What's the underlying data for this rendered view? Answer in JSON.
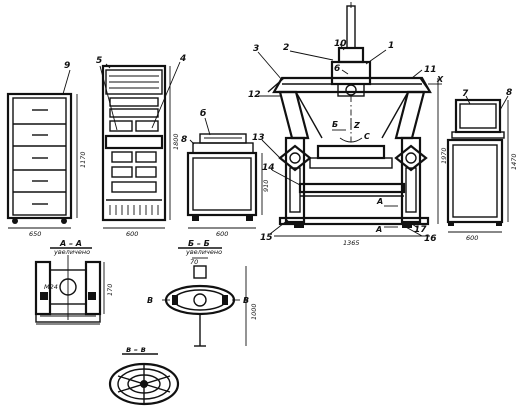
{
  "colors": {
    "ink": "#111111",
    "paper": "#ffffff"
  },
  "callouts": {
    "n1": "1",
    "n2": "2",
    "n3": "3",
    "n4": "4",
    "n5": "5",
    "n6": "6",
    "n6b": "б",
    "n7": "7",
    "n8": "8",
    "n8b": "8",
    "n9": "9",
    "n10": "10",
    "n11": "11",
    "n12": "12",
    "n13": "13",
    "n14": "14",
    "n15": "15",
    "n16": "16",
    "n17": "17"
  },
  "dimensions": {
    "cab9_width": "650",
    "cab9_height": "1170",
    "cab4_width": "600",
    "cab4_height": "1800",
    "table_width": "600",
    "table_height": "910",
    "machine_width": "1365",
    "machine_height": "1970",
    "pc_width": "600",
    "pc_height": "1470",
    "secAA_height": "170",
    "secBB_width": "70",
    "secBB_height": "1000",
    "bolt": "M24"
  },
  "axes": {
    "x": "X",
    "z": "Z",
    "c": "C",
    "b": "Б"
  },
  "sections": {
    "aa_title": "А – А",
    "aa_sub": "увеличено",
    "bb_title": "Б – Б",
    "bb_sub": "увеличено",
    "vv_title": "в – в",
    "a_mark1": "А",
    "a_mark2": "А",
    "v_mark1": "В",
    "v_mark2": "В"
  }
}
